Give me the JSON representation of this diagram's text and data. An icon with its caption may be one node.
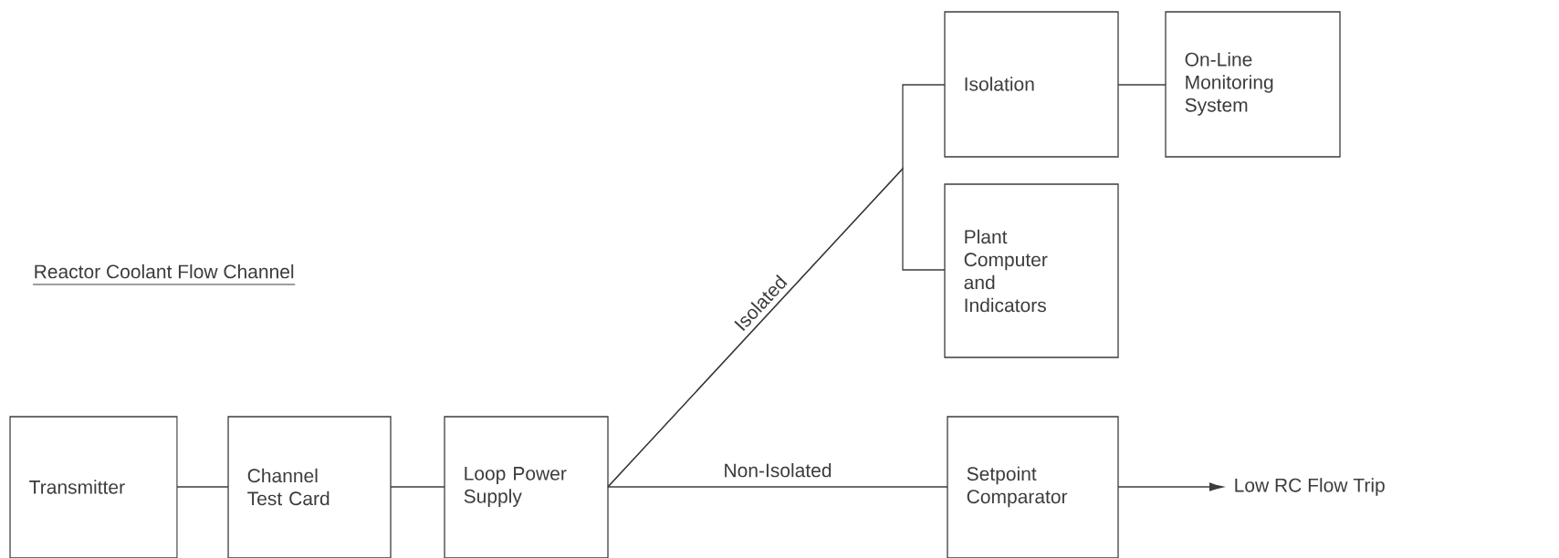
{
  "diagram": {
    "title": "Reactor Coolant Flow Channel",
    "nodes": [
      {
        "text": [
          "Transmitter"
        ]
      },
      {
        "text": [
          "Channel Test Card"
        ]
      },
      {
        "text": [
          "Loop Power Supply"
        ]
      },
      {
        "text": [
          "Isolation"
        ]
      },
      {
        "text": [
          "On-Line Monitoring System"
        ]
      },
      {
        "text": [
          "Plant Computer and Indicators"
        ]
      },
      {
        "text": [
          "Setpoint Comparator"
        ]
      },
      {
        "text": [
          "Low RC Flow Trip"
        ]
      }
    ],
    "edges": [
      {
        "from": 0,
        "to": 1,
        "arrow": "none"
      },
      {
        "from": 1,
        "to": 2,
        "arrow": "none"
      },
      {
        "from": 2,
        "to": 3,
        "arrow": "none",
        "label": "Isolated"
      },
      {
        "from": 2,
        "to": 5,
        "arrow": "none"
      },
      {
        "from": 3,
        "to": 4,
        "arrow": "none"
      },
      {
        "from": 2,
        "to": 6,
        "arrow": "none",
        "label": "Non-Isolated"
      },
      {
        "from": 6,
        "to": 7,
        "arrow": "to"
      }
    ]
  }
}
